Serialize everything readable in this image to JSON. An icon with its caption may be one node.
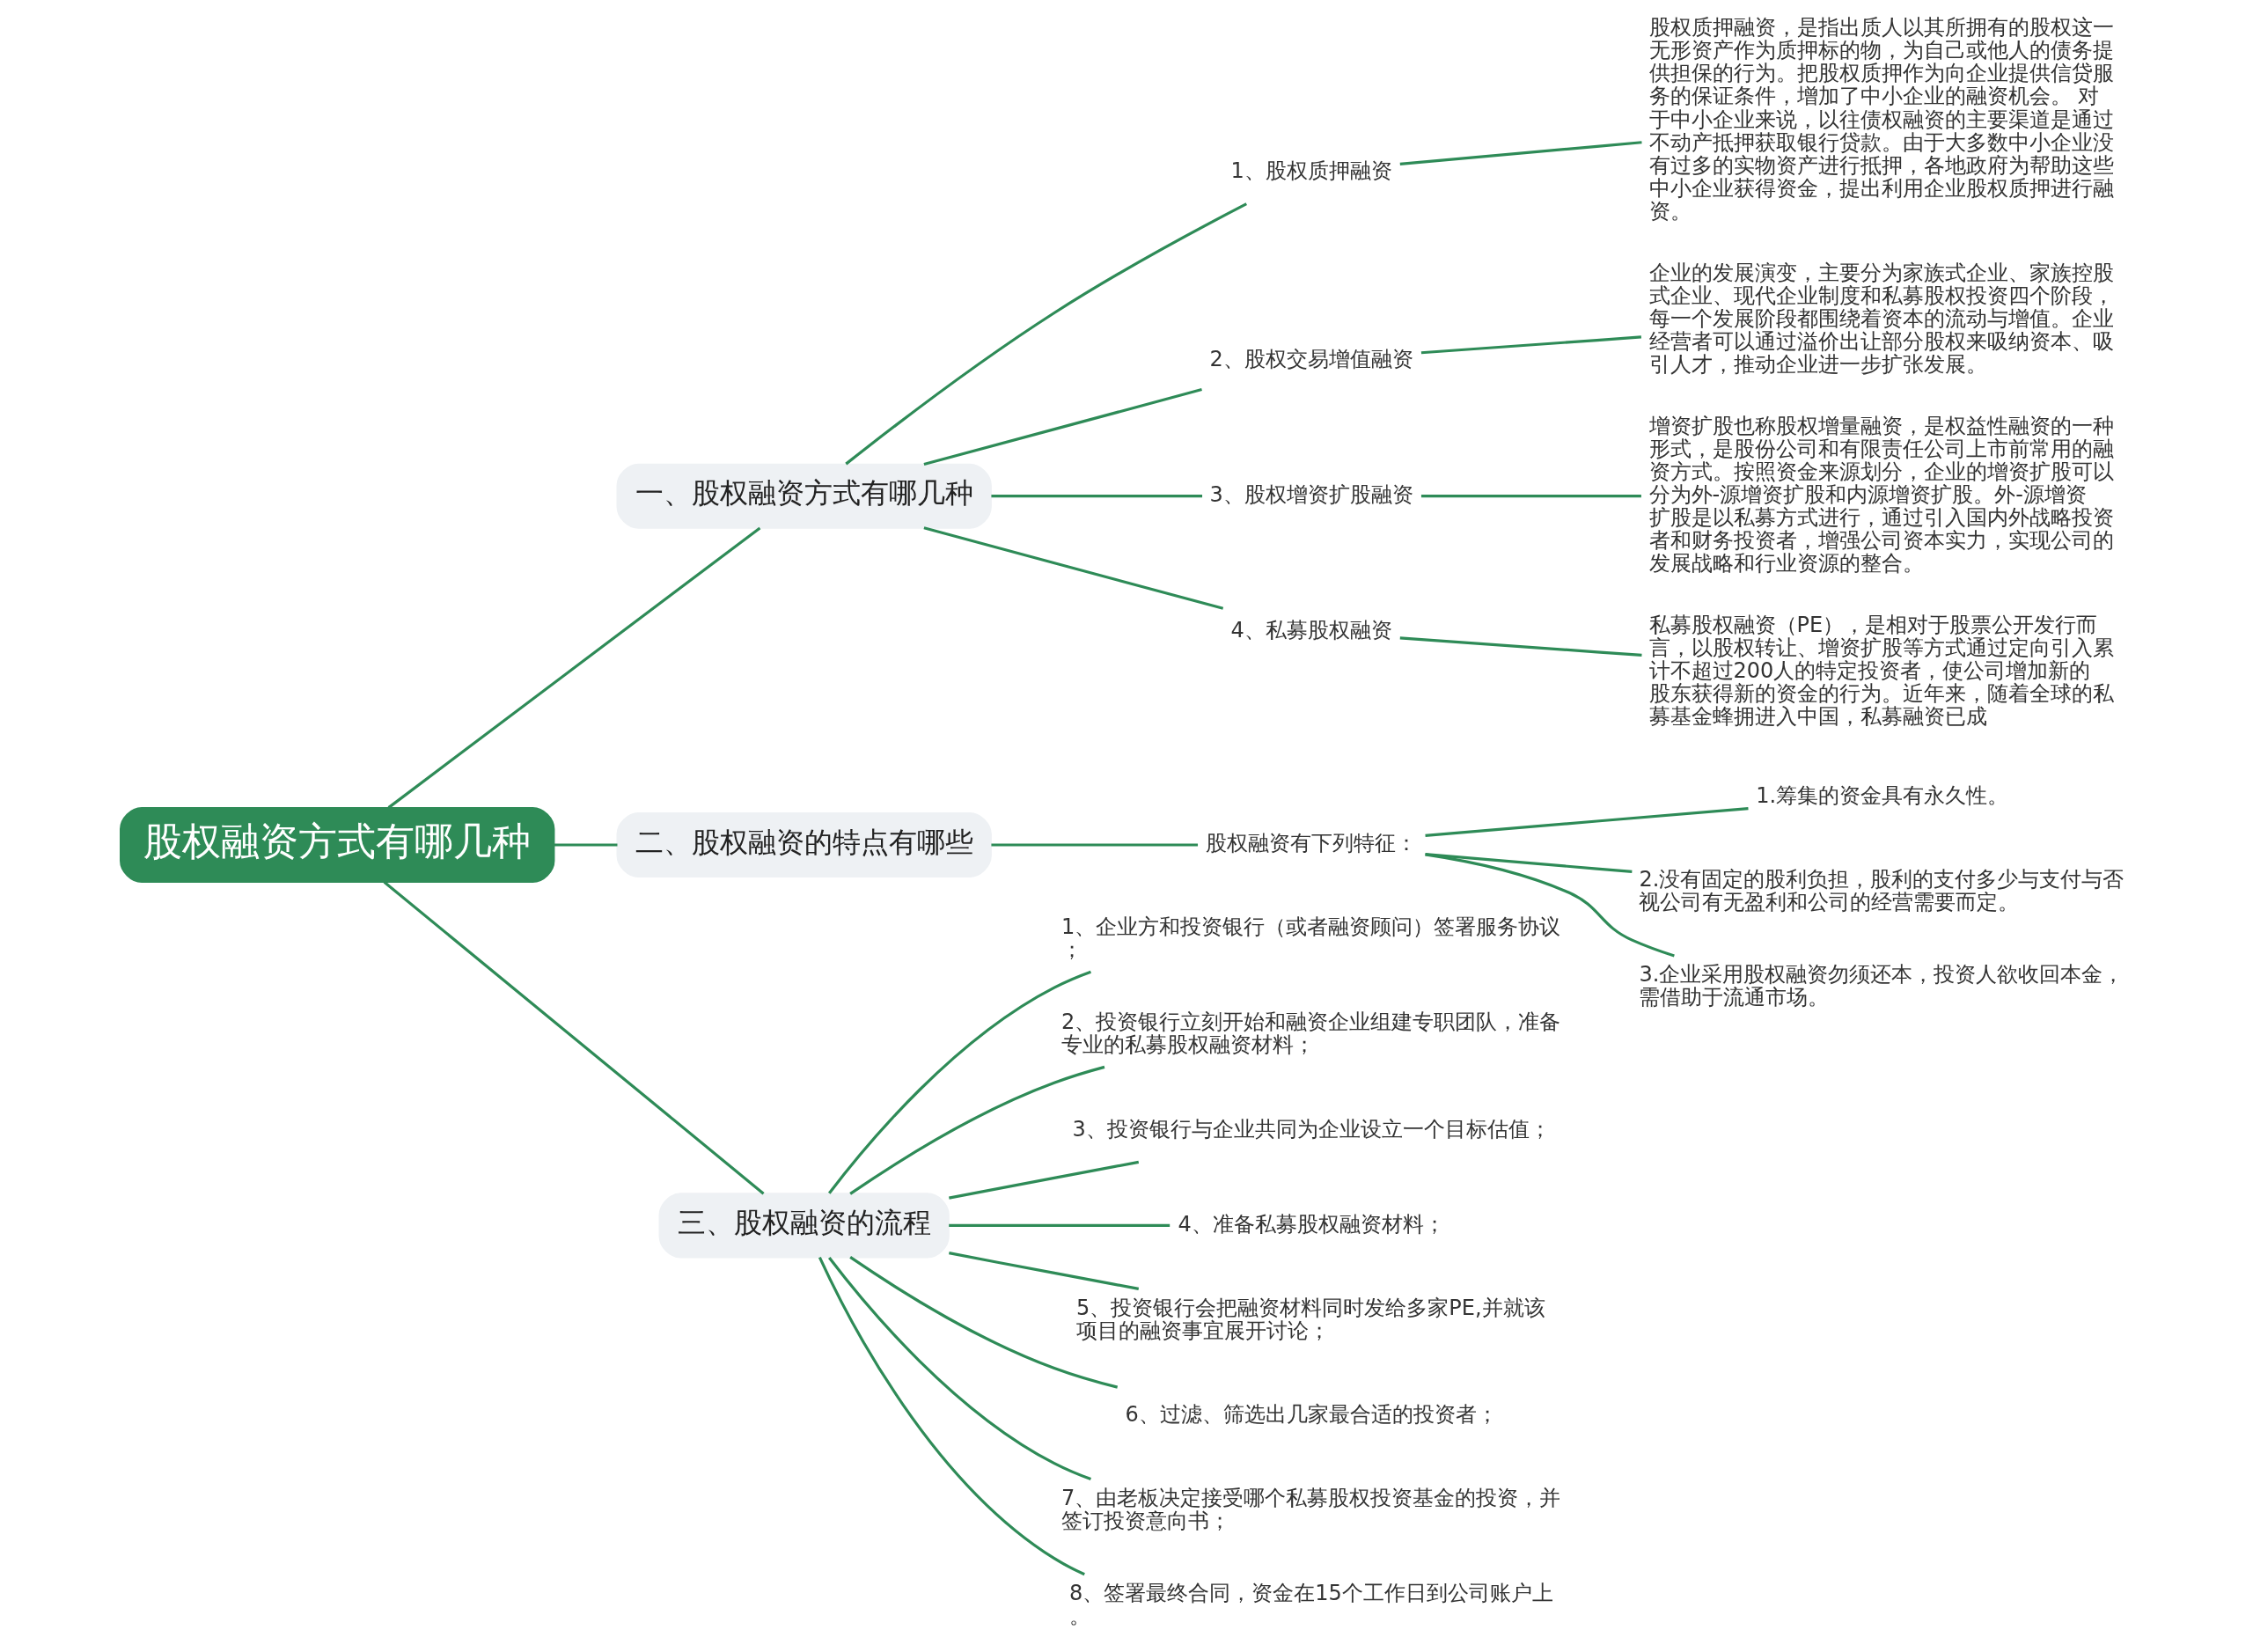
{
  "diagram": {
    "nodes": [
      {
        "text": [
          "股权融资方式有哪几种"
        ]
      },
      {
        "text": [
          "一、股权融资方式有哪几种"
        ]
      },
      {
        "text": [
          "1、股权质押融资"
        ]
      },
      {
        "text": [
          "股权质押融资，是指出质人以其所拥有的股权这一无形资产作为质押标的物，为自己或他人的债务提供担保的行为。把股权质押作为向企业提供信贷服务的保证条件，增加了中小企业的融资机会。 对于中小企业来说，以往债权融资的主要渠道是通过不动产抵押获取银行贷款。由于大多数中小企业没有过多的实物资产进行抵押，各地政府为帮助这些中小企业获得资金，提出利用企业股权质押进行融资。"
        ]
      },
      {
        "text": [
          "2、股权交易增值融资"
        ]
      },
      {
        "text": [
          "企业的发展演变，主要分为家族式企业、家族控股式企业、现代企业制度和私募股权投资四个阶段，每一个发展阶段都围绕着资本的流动与增值。企业经营者可以通过溢价出让部分股权来吸纳资本、吸引人才，推动企业进一步扩张发展。"
        ]
      },
      {
        "text": [
          "3、股权增资扩股融资"
        ]
      },
      {
        "text": [
          "增资扩股也称股权增量融资，是权益性融资的一种形式，是股份公司和有限责任公司上市前常用的融资方式。按照资金来源划分，企业的增资扩股可以分为外-源增资扩股和内源增资扩股。外-源增资扩股是以私募方式进行，通过引入国内外战略投资者和财务投资者，增强公司资本实力，实现公司的发展战略和行业资源的整合。"
        ]
      },
      {
        "text": [
          "4、私募股权融资"
        ]
      },
      {
        "text": [
          "私募股权融资（PE），是相对于股票公开发行而言，以股权转让、增资扩股等方式通过定向引入累计不超过200人的特定投资者，使公司增加新的股东获得新的资金的行为。近年来，随着全球的私募基金蜂拥进入中国，私募融资已成"
        ]
      },
      {
        "text": [
          "二、股权融资的特点有哪些"
        ]
      },
      {
        "text": [
          "股权融资有下列特征："
        ]
      },
      {
        "text": [
          "1.筹集的资金具有永久性。"
        ]
      },
      {
        "text": [
          "2.没有固定的股利负担，股利的支付多少与支付与否视公司有无盈利和公司的经营需要而定。"
        ]
      },
      {
        "text": [
          "3.企业采用股权融资勿须还本，投资人欲收回本金，需借助于流通市场。"
        ]
      },
      {
        "text": [
          "三、股权融资的流程"
        ]
      },
      {
        "text": [
          "1、企业方和投资银行（或者融资顾问）签署服务协议；"
        ]
      },
      {
        "text": [
          "2、投资银行立刻开始和融资企业组建专职团队，准备专业的私募股权融资材料；"
        ]
      },
      {
        "text": [
          "3、投资银行与企业共同为企业设立一个目标估值；"
        ]
      },
      {
        "text": [
          "4、准备私募股权融资材料；"
        ]
      },
      {
        "text": [
          "5、投资银行会把融资材料同时发给多家PE,并就该项目的融资事宜展开讨论；"
        ]
      },
      {
        "text": [
          "6、过滤、筛选出几家最合适的投资者；"
        ]
      },
      {
        "text": [
          "7、由老板决定接受哪个私募股权投资基金的投资，并签订投资意向书；"
        ]
      },
      {
        "text": [
          "8、签署最终合同，资金在15个工作日到公司账户上。"
        ]
      }
    ],
    "edges": [
      {
        "from": 0,
        "to": 1,
        "arrow": "none"
      },
      {
        "from": 1,
        "to": 2,
        "arrow": "none"
      },
      {
        "from": 2,
        "to": 3,
        "arrow": "none"
      },
      {
        "from": 1,
        "to": 4,
        "arrow": "none"
      },
      {
        "from": 4,
        "to": 5,
        "arrow": "none"
      },
      {
        "from": 1,
        "to": 6,
        "arrow": "none"
      },
      {
        "from": 6,
        "to": 7,
        "arrow": "none"
      },
      {
        "from": 1,
        "to": 8,
        "arrow": "none"
      },
      {
        "from": 8,
        "to": 9,
        "arrow": "none"
      },
      {
        "from": 0,
        "to": 10,
        "arrow": "none"
      },
      {
        "from": 10,
        "to": 11,
        "arrow": "none"
      },
      {
        "from": 11,
        "to": 12,
        "arrow": "none"
      },
      {
        "from": 11,
        "to": 13,
        "arrow": "none"
      },
      {
        "from": 11,
        "to": 14,
        "arrow": "none"
      },
      {
        "from": 0,
        "to": 15,
        "arrow": "none"
      },
      {
        "from": 15,
        "to": 16,
        "arrow": "none"
      },
      {
        "from": 15,
        "to": 17,
        "arrow": "none"
      },
      {
        "from": 15,
        "to": 18,
        "arrow": "none"
      },
      {
        "from": 15,
        "to": 19,
        "arrow": "none"
      },
      {
        "from": 15,
        "to": 20,
        "arrow": "none"
      },
      {
        "from": 15,
        "to": 21,
        "arrow": "none"
      },
      {
        "from": 15,
        "to": 22,
        "arrow": "none"
      },
      {
        "from": 15,
        "to": 23,
        "arrow": "none"
      }
    ]
  }
}
